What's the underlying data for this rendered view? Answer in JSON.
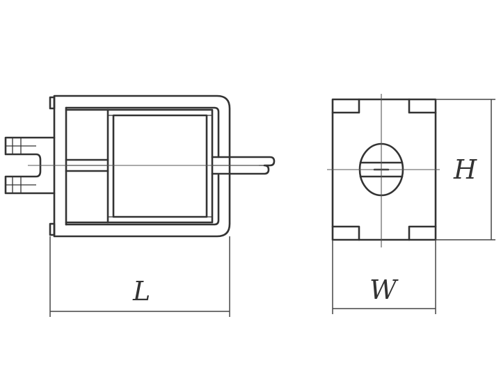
{
  "labels": {
    "length": "L",
    "width": "W",
    "height": "H"
  },
  "colors": {
    "line": "#333333",
    "background": "#ffffff"
  }
}
